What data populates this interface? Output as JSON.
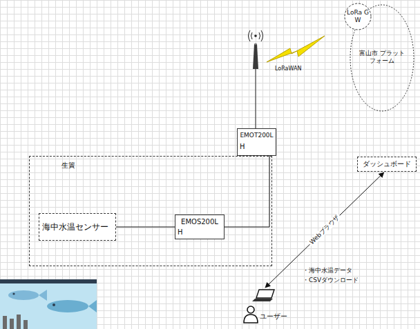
{
  "diagram": {
    "nodes": [
      {
        "text": [
          "LoRa GW"
        ]
      },
      {
        "text": [
          "富山市 プラットフォーム"
        ]
      },
      {
        "text": [
          "EMOT200L",
          "H"
        ]
      },
      {
        "text": [
          "生簀"
        ]
      },
      {
        "text": [
          "海中水温センサー"
        ],
        "in": 3
      },
      {
        "text": [
          "EMOS200L",
          "H"
        ],
        "in": 3
      },
      {
        "text": [
          "ダッシュボード"
        ]
      },
      {
        "text": [
          "ユーザー"
        ]
      }
    ],
    "edges": [
      {
        "from": 4,
        "to": 5,
        "arrow": "none"
      },
      {
        "from": 5,
        "to": 2,
        "arrow": "none"
      },
      {
        "from": 6,
        "to": 7,
        "label": "Webブラウザ",
        "arrow": "both"
      }
    ],
    "labels": [
      "LoRaWAN",
      "・海中水温データ",
      "・CSVダウンロード"
    ]
  }
}
